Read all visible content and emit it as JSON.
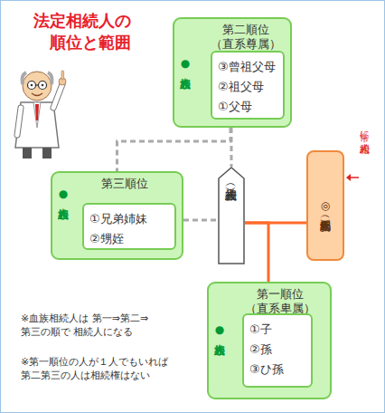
{
  "diagram": {
    "title": "法定相続人の 順位と範囲",
    "nodes": [
      {
        "text": [
          "第二順位 （直系尊属）",
          "●血族相続人"
        ]
      },
      {
        "text": [
          "③曾祖父母",
          "②祖父母",
          "①父母"
        ],
        "in": 0
      },
      {
        "text": [
          "第三順位",
          "●血族相続人"
        ]
      },
      {
        "text": [
          "①兄弟姉妹",
          "②甥姪"
        ],
        "in": 2
      },
      {
        "text": [
          "被相続人（夫）"
        ]
      },
      {
        "text": [
          "◎配偶相続人（妻）"
        ]
      },
      {
        "text": [
          "第一順位 （直系卑属）",
          "●血族相続人"
        ]
      },
      {
        "text": [
          "①子",
          "②孫",
          "③ひ孫"
        ],
        "in": 6
      }
    ],
    "edges": [
      {
        "from": 0,
        "to": 4,
        "arrow": "none"
      },
      {
        "from": 0,
        "to": 2,
        "arrow": "none"
      },
      {
        "from": 2,
        "to": 4,
        "arrow": "none"
      },
      {
        "from": 4,
        "to": 5,
        "arrow": "none"
      },
      {
        "from": 4,
        "to": 6,
        "arrow": "none"
      }
    ],
    "labels": [
      "常に相続人",
      "※血族相続人は 第一⇒第二⇒第三の順で 相続人になる",
      "※第一順位の人が１人でもいれば 第二第三の人は相続権はない"
    ]
  }
}
